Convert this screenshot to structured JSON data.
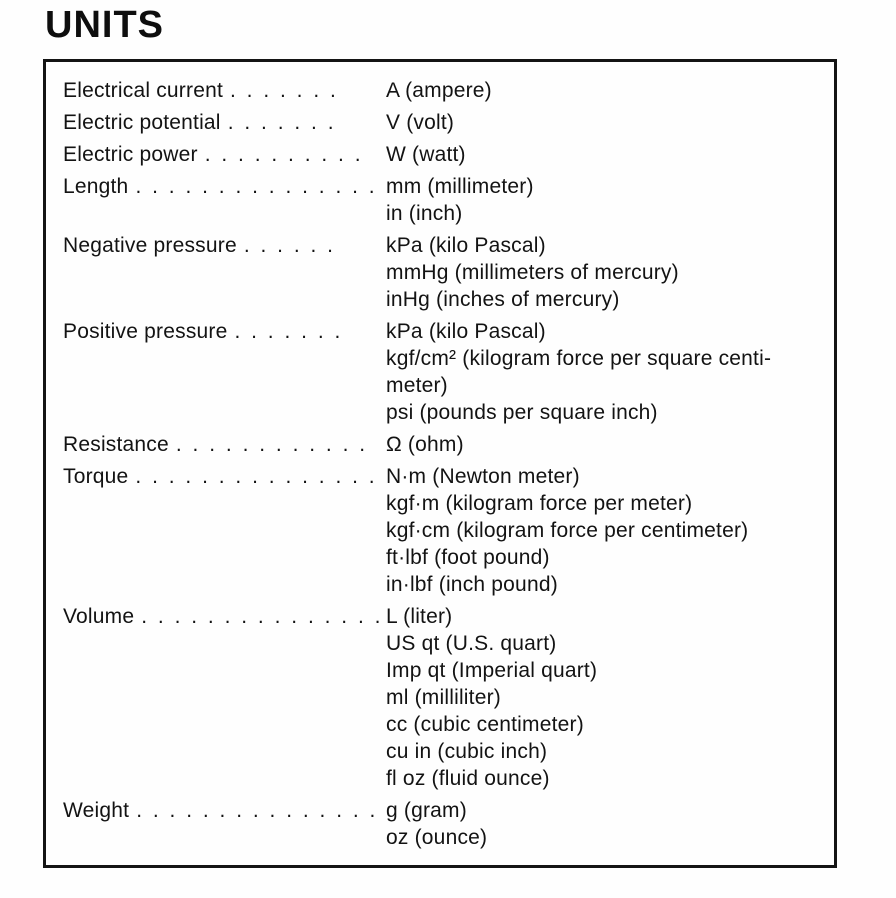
{
  "page_title": "UNITS",
  "table": {
    "rows": [
      {
        "label": "Electrical current",
        "dots": ". . . . . . .",
        "units": [
          "A (ampere)"
        ]
      },
      {
        "label": "Electric potential",
        "dots": ". . . . . . .",
        "units": [
          "V (volt)"
        ]
      },
      {
        "label": "Electric power",
        "dots": ". . . . . . . . . .",
        "units": [
          "W (watt)"
        ]
      },
      {
        "label": "Length",
        "dots": ". . . . . . . . . . . . . . .",
        "units": [
          "mm (millimeter)",
          "in (inch)"
        ]
      },
      {
        "label": "Negative pressure",
        "dots": ". . . . . .",
        "units": [
          "kPa (kilo Pascal)",
          "mmHg (millimeters of mercury)",
          "inHg (inches of mercury)"
        ]
      },
      {
        "label": "Positive pressure",
        "dots": ". . . . . . .",
        "units": [
          "kPa (kilo Pascal)",
          "kgf/cm² (kilogram force per square centi-",
          "meter)",
          "psi (pounds per square inch)"
        ]
      },
      {
        "label": "Resistance",
        "dots": ". . . . . . . . . . . .",
        "units": [
          "Ω (ohm)"
        ]
      },
      {
        "label": "Torque",
        "dots": ". . . . . . . . . . . . . . . .",
        "units": [
          "N·m (Newton meter)",
          "kgf·m (kilogram force per meter)",
          "kgf·cm (kilogram force per centimeter)",
          "ft·lbf (foot pound)",
          "in·lbf (inch pound)"
        ]
      },
      {
        "label": "Volume",
        "dots": ". . . . . . . . . . . . . . . .",
        "units": [
          "L (liter)",
          "US qt (U.S. quart)",
          "Imp qt (Imperial quart)",
          "ml (milliliter)",
          "cc (cubic centimeter)",
          "cu in (cubic inch)",
          "fl oz (fluid ounce)"
        ]
      },
      {
        "label": "Weight",
        "dots": ". . . . . . . . . . . . . . . .",
        "units": [
          "g (gram)",
          "oz (ounce)"
        ]
      }
    ]
  }
}
